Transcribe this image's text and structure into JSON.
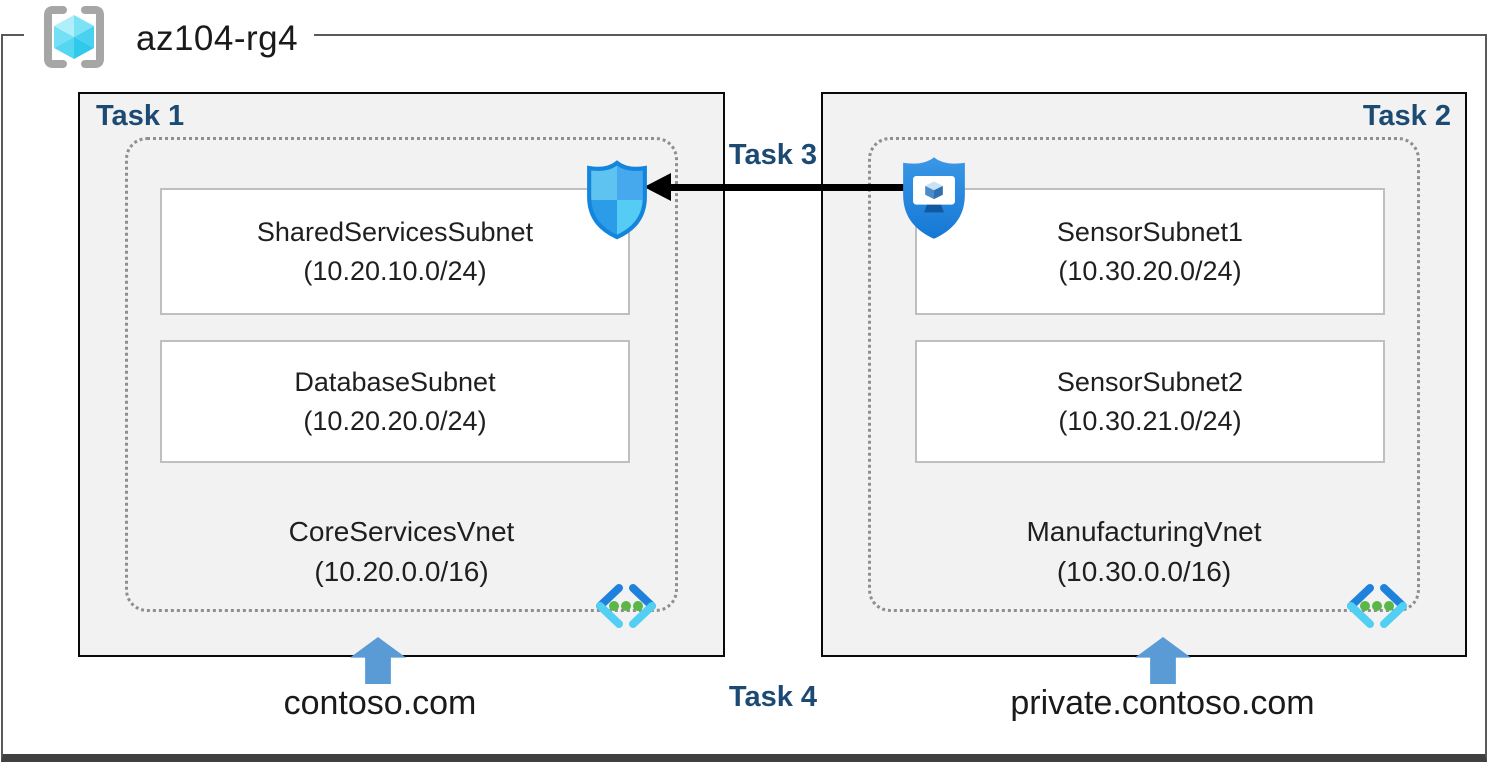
{
  "resource_group": {
    "name": "az104-rg4"
  },
  "labels": {
    "task1": "Task 1",
    "task2": "Task 2",
    "task3": "Task 3",
    "task4": "Task 4"
  },
  "left_region": {
    "vnet_name": "CoreServicesVnet",
    "vnet_cidr": "(10.20.0.0/16)",
    "subnets": [
      {
        "name": "SharedServicesSubnet",
        "cidr": "(10.20.10.0/24)"
      },
      {
        "name": "DatabaseSubnet",
        "cidr": "(10.20.20.0/24)"
      }
    ],
    "dns_domain": "contoso.com"
  },
  "right_region": {
    "vnet_name": "ManufacturingVnet",
    "vnet_cidr": "(10.30.0.0/16)",
    "subnets": [
      {
        "name": "SensorSubnet1",
        "cidr": "(10.30.20.0/24)"
      },
      {
        "name": "SensorSubnet2",
        "cidr": "(10.30.21.0/24)"
      }
    ],
    "dns_domain": "private.contoso.com"
  },
  "icons": {
    "resource_group": "azure-resource-group-icon",
    "nsg": "network-security-group-icon",
    "bastion": "bastion-shield-icon",
    "vnet": "virtual-network-icon",
    "dns_arrow": "blue-up-arrow",
    "peering_arrow": "black-left-arrow"
  },
  "colors": {
    "task_label": "#1C4A73",
    "box_fill": "#F2F2F2",
    "box_border": "#0A0A0A",
    "subnet_border": "#BFBFBF",
    "dotted_border": "#8F8F8F",
    "frame_border": "#595959",
    "blue_arrow": "#5B9BD5",
    "peering_arrow": "#000000",
    "shield_blue": "#1485DC",
    "vnet_chevron_dark": "#1E82DC",
    "vnet_chevron_light": "#53CFF4",
    "vnet_green_dot": "#5CB648",
    "cube_cyan": "#49D2F0"
  }
}
